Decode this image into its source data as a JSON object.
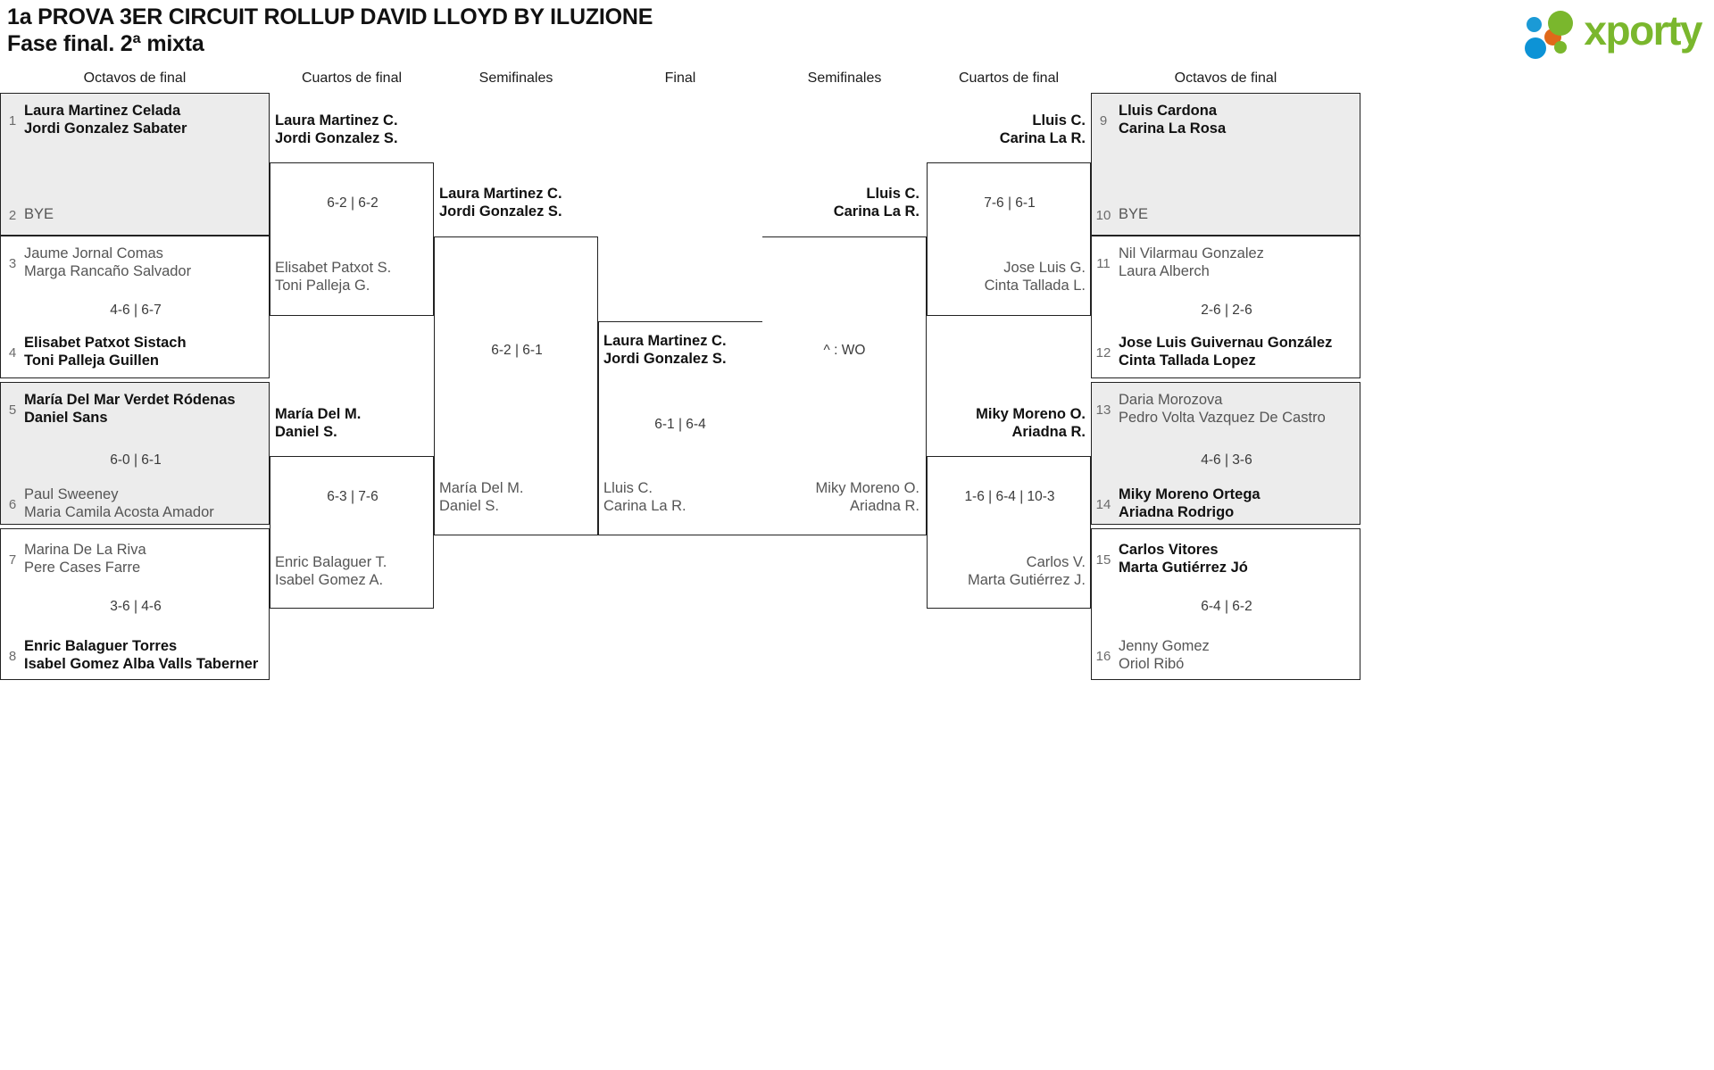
{
  "header": {
    "title_line1": "1a PROVA 3ER CIRCUIT ROLLUP DAVID LLOYD BY ILUZIONE",
    "title_line2": "Fase final. 2ª mixta"
  },
  "logo": {
    "wordmark": "xporty"
  },
  "round_labels": {
    "left_r16": "Octavos de final",
    "left_qf": "Cuartos de final",
    "left_sf": "Semifinales",
    "final": "Final",
    "right_sf": "Semifinales",
    "right_qf": "Cuartos de final",
    "right_r16": "Octavos de final"
  },
  "left_r16": [
    {
      "seed": "1",
      "p1": "Laura Martinez Celada",
      "p2": "Jordi Gonzalez Sabater",
      "state": "winner"
    },
    {
      "seed": "2",
      "p1": "BYE",
      "p2": "",
      "state": "loser"
    },
    {
      "seed": "3",
      "p1": "Jaume Jornal Comas",
      "p2": "Marga Rancaño Salvador",
      "state": "loser"
    },
    {
      "seed": "4",
      "p1": "Elisabet Patxot Sistach",
      "p2": "Toni Palleja Guillen",
      "state": "winner"
    },
    {
      "seed": "5",
      "p1": "María Del Mar Verdet Ródenas",
      "p2": "Daniel Sans",
      "state": "winner"
    },
    {
      "seed": "6",
      "p1": "Paul Sweeney",
      "p2": "Maria Camila Acosta Amador",
      "state": "loser"
    },
    {
      "seed": "7",
      "p1": "Marina De La Riva",
      "p2": "Pere Cases Farre",
      "state": "loser"
    },
    {
      "seed": "8",
      "p1": "Enric Balaguer Torres",
      "p2": "Isabel Gomez Alba Valls Taberner",
      "state": "winner"
    }
  ],
  "left_r16_scores": [
    "",
    "4-6 | 6-7",
    "6-0 | 6-1",
    "3-6 | 4-6"
  ],
  "left_qf": [
    {
      "p1": "Laura Martinez C.",
      "p2": "Jordi Gonzalez S.",
      "state": "winner"
    },
    {
      "p1": "Elisabet Patxot S.",
      "p2": "Toni Palleja G.",
      "state": "loser"
    },
    {
      "p1": "María Del M.",
      "p2": "Daniel S.",
      "state": "winner"
    },
    {
      "p1": "Enric Balaguer T.",
      "p2": "Isabel Gomez A.",
      "state": "loser"
    }
  ],
  "left_qf_scores": [
    "6-2 | 6-2",
    "6-3 | 7-6"
  ],
  "left_sf": [
    {
      "p1": "Laura Martinez C.",
      "p2": "Jordi Gonzalez S.",
      "state": "winner"
    },
    {
      "p1": "María Del M.",
      "p2": "Daniel S.",
      "state": "loser"
    }
  ],
  "left_sf_score": "6-2 | 6-1",
  "final": {
    "top": {
      "p1": "Laura Martinez C.",
      "p2": "Jordi Gonzalez S.",
      "state": "winner"
    },
    "bottom": {
      "p1": "Lluis C.",
      "p2": "Carina La R.",
      "state": "loser"
    },
    "score": "6-1 | 6-4"
  },
  "right_sf": [
    {
      "p1": "Lluis C.",
      "p2": "Carina La R.",
      "state": "winner"
    },
    {
      "p1": "Miky Moreno O.",
      "p2": "Ariadna R.",
      "state": "loser"
    }
  ],
  "right_sf_score": "^ : WO",
  "right_qf": [
    {
      "p1": "Lluis C.",
      "p2": "Carina La R.",
      "state": "winner"
    },
    {
      "p1": "Jose Luis G.",
      "p2": "Cinta Tallada L.",
      "state": "loser"
    },
    {
      "p1": "Miky Moreno O.",
      "p2": "Ariadna R.",
      "state": "winner"
    },
    {
      "p1": "Carlos V.",
      "p2": "Marta Gutiérrez J.",
      "state": "loser"
    }
  ],
  "right_qf_scores": [
    "7-6 | 6-1",
    "1-6 | 6-4 | 10-3"
  ],
  "right_r16": [
    {
      "seed": "9",
      "p1": "Lluis Cardona",
      "p2": "Carina La Rosa",
      "state": "winner"
    },
    {
      "seed": "10",
      "p1": "BYE",
      "p2": "",
      "state": "loser"
    },
    {
      "seed": "11",
      "p1": "Nil Vilarmau Gonzalez",
      "p2": "Laura Alberch",
      "state": "loser"
    },
    {
      "seed": "12",
      "p1": "Jose Luis Guivernau González",
      "p2": "Cinta Tallada Lopez",
      "state": "winner"
    },
    {
      "seed": "13",
      "p1": "Daria Morozova",
      "p2": "Pedro Volta Vazquez De Castro",
      "state": "loser"
    },
    {
      "seed": "14",
      "p1": "Miky Moreno Ortega",
      "p2": "Ariadna Rodrigo",
      "state": "winner"
    },
    {
      "seed": "15",
      "p1": "Carlos Vitores",
      "p2": "Marta Gutiérrez Jó",
      "state": "winner"
    },
    {
      "seed": "16",
      "p1": "Jenny Gomez",
      "p2": "Oriol Ribó",
      "state": "loser"
    }
  ],
  "right_r16_scores": [
    "",
    "2-6 | 2-6",
    "4-6 | 3-6",
    "6-4 | 6-2"
  ]
}
